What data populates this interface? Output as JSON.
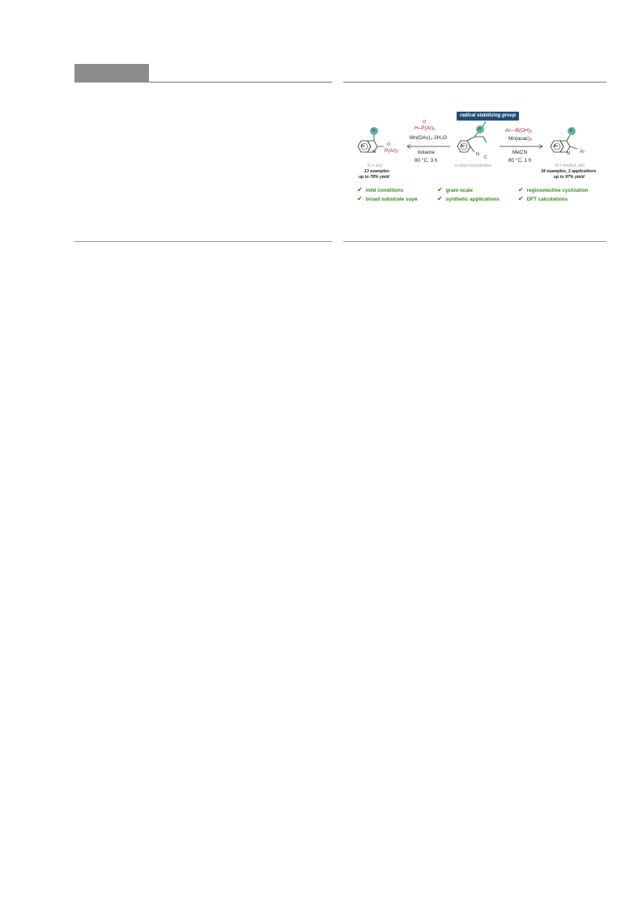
{
  "header": {},
  "badge": {
    "text": "radical stabilizing group"
  },
  "left_reagents": {
    "phosphine_oxide_o": "O",
    "phosphine_oxide": "H–P(Ar)₂",
    "oxidant": "Mn(OAc)₃·2H₂O",
    "solvent": "toluene",
    "conditions": "80 °C, 3 h"
  },
  "right_reagents": {
    "boronic_acid": "Ar—B(OH)₂",
    "oxidant": "Mn(acac)₃",
    "solvent": "MeCN",
    "conditions": "80 °C, 1 h"
  },
  "left_product": {
    "po_label": "P(Ar)₂",
    "po_o": "O",
    "n_label": "N",
    "r_label": "R = aryl",
    "examples": "13 examples",
    "yield": "up to 78% yield"
  },
  "substrate": {
    "name": "o-vinyl isocyanides",
    "nc_n": "N",
    "nc_c": "C"
  },
  "right_product": {
    "n_label": "N",
    "ar_label": "Ar",
    "r_label": "R = methyl, aryl",
    "examples": "34 examples, 3 applications",
    "yield": "up to 97% yield"
  },
  "ring_labels": {
    "ar": "Ar",
    "r": "R"
  },
  "features": {
    "col1": [
      "mild conditions",
      "broad substrate sope"
    ],
    "col2": [
      "gram-scale",
      "synthetic applications"
    ],
    "col3": [
      "regioselective cyclization",
      "DFT calculations"
    ]
  },
  "colors": {
    "accent_blue": "#1f4e79",
    "feature_green": "#3d8a1f",
    "highlight_red": "#b0202a",
    "teal_circle": "#5fb5a8"
  }
}
